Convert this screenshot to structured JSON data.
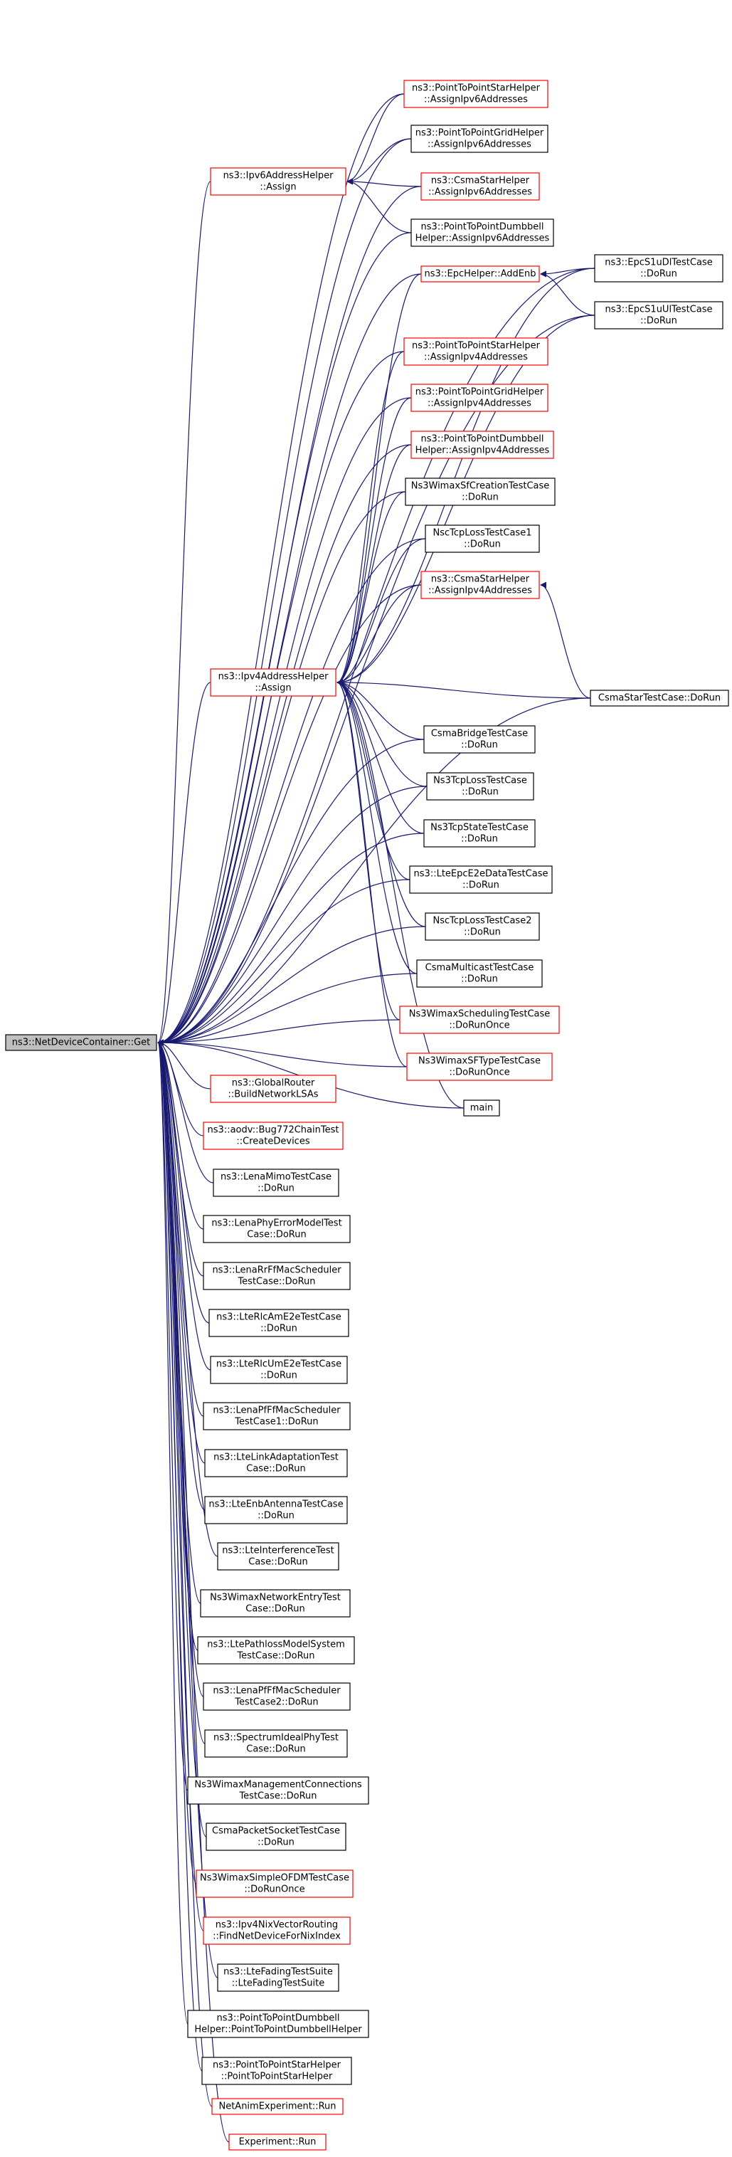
{
  "graph": {
    "edge_color": "#191970",
    "nodes": [
      {
        "id": "root",
        "lines": [
          "ns3::NetDeviceContainer::Get"
        ],
        "style": "root"
      },
      {
        "id": "ipv6assign",
        "lines": [
          "ns3::Ipv6AddressHelper",
          "::Assign"
        ],
        "style": "red"
      },
      {
        "id": "ipv4assign",
        "lines": [
          "ns3::Ipv4AddressHelper",
          "::Assign"
        ],
        "style": "red"
      },
      {
        "id": "p2pstar_v6",
        "lines": [
          "ns3::PointToPointStarHelper",
          "::AssignIpv6Addresses"
        ],
        "style": "red"
      },
      {
        "id": "p2pgrid_v6",
        "lines": [
          "ns3::PointToPointGridHelper",
          "::AssignIpv6Addresses"
        ],
        "style": "black"
      },
      {
        "id": "csmastar_v6",
        "lines": [
          "ns3::CsmaStarHelper",
          "::AssignIpv6Addresses"
        ],
        "style": "red"
      },
      {
        "id": "p2pdumb_v6",
        "lines": [
          "ns3::PointToPointDumbbell",
          "Helper::AssignIpv6Addresses"
        ],
        "style": "black"
      },
      {
        "id": "epcaddenb",
        "lines": [
          "ns3::EpcHelper::AddEnb"
        ],
        "style": "red"
      },
      {
        "id": "p2pstar_v4",
        "lines": [
          "ns3::PointToPointStarHelper",
          "::AssignIpv4Addresses"
        ],
        "style": "red"
      },
      {
        "id": "p2pgrid_v4",
        "lines": [
          "ns3::PointToPointGridHelper",
          "::AssignIpv4Addresses"
        ],
        "style": "red"
      },
      {
        "id": "p2pdumb_v4",
        "lines": [
          "ns3::PointToPointDumbbell",
          "Helper::AssignIpv4Addresses"
        ],
        "style": "red"
      },
      {
        "id": "wimaxsfcreate",
        "lines": [
          "Ns3WimaxSfCreationTestCase",
          "::DoRun"
        ],
        "style": "black"
      },
      {
        "id": "nsctcp1",
        "lines": [
          "NscTcpLossTestCase1",
          "::DoRun"
        ],
        "style": "black"
      },
      {
        "id": "csmastar_v4",
        "lines": [
          "ns3::CsmaStarHelper",
          "::AssignIpv4Addresses"
        ],
        "style": "red"
      },
      {
        "id": "csmabridge",
        "lines": [
          "CsmaBridgeTestCase",
          "::DoRun"
        ],
        "style": "black"
      },
      {
        "id": "ns3tcploss",
        "lines": [
          "Ns3TcpLossTestCase",
          "::DoRun"
        ],
        "style": "black"
      },
      {
        "id": "ns3tcpstate",
        "lines": [
          "Ns3TcpStateTestCase",
          "::DoRun"
        ],
        "style": "black"
      },
      {
        "id": "lteepce2e",
        "lines": [
          "ns3::LteEpcE2eDataTestCase",
          "::DoRun"
        ],
        "style": "black"
      },
      {
        "id": "nsctcp2",
        "lines": [
          "NscTcpLossTestCase2",
          "::DoRun"
        ],
        "style": "black"
      },
      {
        "id": "csmamulticast",
        "lines": [
          "CsmaMulticastTestCase",
          "::DoRun"
        ],
        "style": "black"
      },
      {
        "id": "wimaxsched",
        "lines": [
          "Ns3WimaxSchedulingTestCase",
          "::DoRunOnce"
        ],
        "style": "red"
      },
      {
        "id": "wimaxsftype",
        "lines": [
          "Ns3WimaxSFTypeTestCase",
          "::DoRunOnce"
        ],
        "style": "red"
      },
      {
        "id": "main",
        "lines": [
          "main"
        ],
        "style": "black"
      },
      {
        "id": "epcs1udl",
        "lines": [
          "ns3::EpcS1uDlTestCase",
          "::DoRun"
        ],
        "style": "black"
      },
      {
        "id": "epcs1uul",
        "lines": [
          "ns3::EpcS1uUlTestCase",
          "::DoRun"
        ],
        "style": "black"
      },
      {
        "id": "csmastartest",
        "lines": [
          "CsmaStarTestCase::DoRun"
        ],
        "style": "black"
      },
      {
        "id": "globalrouter",
        "lines": [
          "ns3::GlobalRouter",
          "::BuildNetworkLSAs"
        ],
        "style": "red"
      },
      {
        "id": "aodvbug",
        "lines": [
          "ns3::aodv::Bug772ChainTest",
          "::CreateDevices"
        ],
        "style": "red"
      },
      {
        "id": "lenamimo",
        "lines": [
          "ns3::LenaMimoTestCase",
          "::DoRun"
        ],
        "style": "black"
      },
      {
        "id": "lenaphyerr",
        "lines": [
          "ns3::LenaPhyErrorModelTest",
          "Case::DoRun"
        ],
        "style": "black"
      },
      {
        "id": "lenarrff",
        "lines": [
          "ns3::LenaRrFfMacScheduler",
          "TestCase::DoRun"
        ],
        "style": "black"
      },
      {
        "id": "ltercam",
        "lines": [
          "ns3::LteRlcAmE2eTestCase",
          "::DoRun"
        ],
        "style": "black"
      },
      {
        "id": "ltercum",
        "lines": [
          "ns3::LteRlcUmE2eTestCase",
          "::DoRun"
        ],
        "style": "black"
      },
      {
        "id": "lenapfff1",
        "lines": [
          "ns3::LenaPfFfMacScheduler",
          "TestCase1::DoRun"
        ],
        "style": "black"
      },
      {
        "id": "ltelinkadapt",
        "lines": [
          "ns3::LteLinkAdaptationTest",
          "Case::DoRun"
        ],
        "style": "black"
      },
      {
        "id": "lteenbant",
        "lines": [
          "ns3::LteEnbAntennaTestCase",
          "::DoRun"
        ],
        "style": "black"
      },
      {
        "id": "lteinterf",
        "lines": [
          "ns3::LteInterferenceTest",
          "Case::DoRun"
        ],
        "style": "black"
      },
      {
        "id": "wimaxnetentry",
        "lines": [
          "Ns3WimaxNetworkEntryTest",
          "Case::DoRun"
        ],
        "style": "black"
      },
      {
        "id": "ltepathloss",
        "lines": [
          "ns3::LtePathlossModelSystem",
          "TestCase::DoRun"
        ],
        "style": "black"
      },
      {
        "id": "lenapfff2",
        "lines": [
          "ns3::LenaPfFfMacScheduler",
          "TestCase2::DoRun"
        ],
        "style": "black"
      },
      {
        "id": "spectrumideal",
        "lines": [
          "ns3::SpectrumIdealPhyTest",
          "Case::DoRun"
        ],
        "style": "black"
      },
      {
        "id": "wimaxmgmt",
        "lines": [
          "Ns3WimaxManagementConnections",
          "TestCase::DoRun"
        ],
        "style": "black"
      },
      {
        "id": "csmapacket",
        "lines": [
          "CsmaPacketSocketTestCase",
          "::DoRun"
        ],
        "style": "black"
      },
      {
        "id": "wimaxsimple",
        "lines": [
          "Ns3WimaxSimpleOFDMTestCase",
          "::DoRunOnce"
        ],
        "style": "red"
      },
      {
        "id": "ipv4nix",
        "lines": [
          "ns3::Ipv4NixVectorRouting",
          "::FindNetDeviceForNixIndex"
        ],
        "style": "red"
      },
      {
        "id": "ltefading",
        "lines": [
          "ns3::LteFadingTestSuite",
          "::LteFadingTestSuite"
        ],
        "style": "black"
      },
      {
        "id": "p2pdumbctor",
        "lines": [
          "ns3::PointToPointDumbbell",
          "Helper::PointToPointDumbbellHelper"
        ],
        "style": "black"
      },
      {
        "id": "p2pstarctor",
        "lines": [
          "ns3::PointToPointStarHelper",
          "::PointToPointStarHelper"
        ],
        "style": "black"
      },
      {
        "id": "netanim",
        "lines": [
          "NetAnimExperiment::Run"
        ],
        "style": "red"
      },
      {
        "id": "experiment",
        "lines": [
          "Experiment::Run"
        ],
        "style": "red"
      }
    ],
    "edges": [
      [
        "ipv6assign",
        "root"
      ],
      [
        "ipv4assign",
        "root"
      ],
      [
        "epcaddenb",
        "root"
      ],
      [
        "p2pstar_v6",
        "root"
      ],
      [
        "p2pgrid_v6",
        "root"
      ],
      [
        "csmastar_v6",
        "root"
      ],
      [
        "p2pdumb_v6",
        "root"
      ],
      [
        "p2pstar_v4",
        "root"
      ],
      [
        "p2pgrid_v4",
        "root"
      ],
      [
        "p2pdumb_v4",
        "root"
      ],
      [
        "wimaxsfcreate",
        "root"
      ],
      [
        "nsctcp1",
        "root"
      ],
      [
        "csmastar_v4",
        "root"
      ],
      [
        "csmabridge",
        "root"
      ],
      [
        "ns3tcploss",
        "root"
      ],
      [
        "ns3tcpstate",
        "root"
      ],
      [
        "lteepce2e",
        "root"
      ],
      [
        "nsctcp2",
        "root"
      ],
      [
        "csmamulticast",
        "root"
      ],
      [
        "wimaxsched",
        "root"
      ],
      [
        "wimaxsftype",
        "root"
      ],
      [
        "main",
        "root"
      ],
      [
        "epcs1udl",
        "root"
      ],
      [
        "epcs1uul",
        "root"
      ],
      [
        "csmastartest",
        "root"
      ],
      [
        "globalrouter",
        "root"
      ],
      [
        "aodvbug",
        "root"
      ],
      [
        "lenamimo",
        "root"
      ],
      [
        "lenaphyerr",
        "root"
      ],
      [
        "lenarrff",
        "root"
      ],
      [
        "ltercam",
        "root"
      ],
      [
        "ltercum",
        "root"
      ],
      [
        "lenapfff1",
        "root"
      ],
      [
        "ltelinkadapt",
        "root"
      ],
      [
        "lteenbant",
        "root"
      ],
      [
        "lteinterf",
        "root"
      ],
      [
        "wimaxnetentry",
        "root"
      ],
      [
        "ltepathloss",
        "root"
      ],
      [
        "lenapfff2",
        "root"
      ],
      [
        "spectrumideal",
        "root"
      ],
      [
        "wimaxmgmt",
        "root"
      ],
      [
        "csmapacket",
        "root"
      ],
      [
        "wimaxsimple",
        "root"
      ],
      [
        "ipv4nix",
        "root"
      ],
      [
        "ltefading",
        "root"
      ],
      [
        "p2pdumbctor",
        "root"
      ],
      [
        "p2pstarctor",
        "root"
      ],
      [
        "netanim",
        "root"
      ],
      [
        "experiment",
        "root"
      ],
      [
        "p2pstar_v6",
        "ipv6assign"
      ],
      [
        "p2pgrid_v6",
        "ipv6assign"
      ],
      [
        "csmastar_v6",
        "ipv6assign"
      ],
      [
        "p2pdumb_v6",
        "ipv6assign"
      ],
      [
        "epcaddenb",
        "ipv4assign"
      ],
      [
        "p2pstar_v4",
        "ipv4assign"
      ],
      [
        "p2pgrid_v4",
        "ipv4assign"
      ],
      [
        "p2pdumb_v4",
        "ipv4assign"
      ],
      [
        "wimaxsfcreate",
        "ipv4assign"
      ],
      [
        "nsctcp1",
        "ipv4assign"
      ],
      [
        "csmastar_v4",
        "ipv4assign"
      ],
      [
        "csmabridge",
        "ipv4assign"
      ],
      [
        "ns3tcploss",
        "ipv4assign"
      ],
      [
        "ns3tcpstate",
        "ipv4assign"
      ],
      [
        "lteepce2e",
        "ipv4assign"
      ],
      [
        "nsctcp2",
        "ipv4assign"
      ],
      [
        "csmamulticast",
        "ipv4assign"
      ],
      [
        "wimaxsched",
        "ipv4assign"
      ],
      [
        "wimaxsftype",
        "ipv4assign"
      ],
      [
        "main",
        "ipv4assign"
      ],
      [
        "epcs1udl",
        "ipv4assign"
      ],
      [
        "epcs1uul",
        "ipv4assign"
      ],
      [
        "csmastartest",
        "ipv4assign"
      ],
      [
        "epcs1udl",
        "epcaddenb"
      ],
      [
        "epcs1uul",
        "epcaddenb"
      ],
      [
        "csmastartest",
        "csmastar_v4"
      ]
    ]
  }
}
